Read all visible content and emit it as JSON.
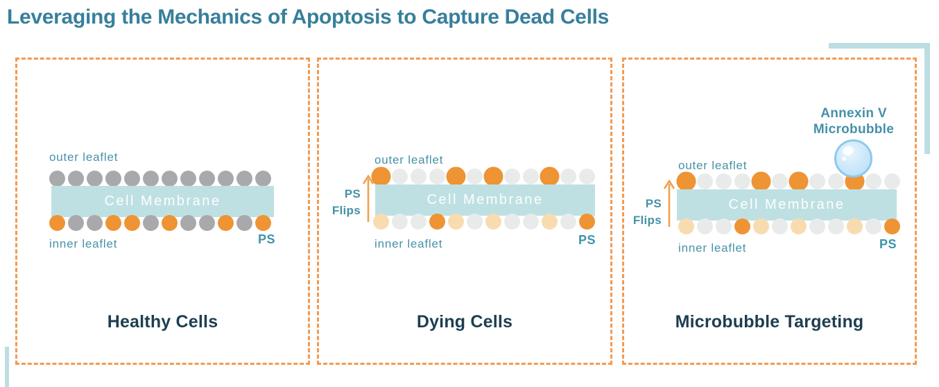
{
  "title": "Leveraging the Mechanics of Apoptosis to Capture Dead Cells",
  "colors": {
    "title_teal": "#377f9b",
    "label_teal": "#4691a9",
    "panel_title_navy": "#1d3e50",
    "border_orange": "#f29a52",
    "lipid_orange": "#ee9434",
    "lipid_pale_orange": "#f8dcb0",
    "lipid_gray": "#a9a9ab",
    "lipid_light_gray": "#e9ebeb",
    "membrane_blue": "#bfe0e3",
    "accent_blue": "#bcdde2",
    "bubble_fill": "#cfeafa",
    "bubble_border": "#8cc9ec"
  },
  "panels": [
    {
      "title": "Healthy Cells",
      "outer_leaflet_label": "outer leaflet",
      "inner_leaflet_label": "inner leaflet",
      "membrane_label": "Cell Membrane",
      "ps_label": "PS",
      "outer_row": [
        "gray",
        "gray",
        "gray",
        "gray",
        "gray",
        "gray",
        "gray",
        "gray",
        "gray",
        "gray",
        "gray",
        "gray"
      ],
      "inner_row": [
        "orange",
        "gray",
        "gray",
        "orange",
        "orange",
        "gray",
        "orange",
        "gray",
        "gray",
        "orange",
        "gray",
        "orange"
      ]
    },
    {
      "title": "Dying Cells",
      "outer_leaflet_label": "outer leaflet",
      "inner_leaflet_label": "inner leaflet",
      "membrane_label": "Cell Membrane",
      "ps_label": "PS",
      "ps_flips": {
        "line1": "PS",
        "line2": "Flips"
      },
      "outer_row": [
        "orange",
        "lightgray",
        "lightgray",
        "lightgray",
        "orange",
        "lightgray",
        "orange",
        "lightgray",
        "lightgray",
        "orange",
        "lightgray",
        "lightgray"
      ],
      "inner_row": [
        "paleorange",
        "lightgray",
        "lightgray",
        "orange",
        "paleorange",
        "lightgray",
        "paleorange",
        "lightgray",
        "lightgray",
        "paleorange",
        "lightgray",
        "orange"
      ]
    },
    {
      "title": "Microbubble Targeting",
      "outer_leaflet_label": "outer leaflet",
      "inner_leaflet_label": "inner leaflet",
      "membrane_label": "Cell Membrane",
      "ps_label": "PS",
      "ps_flips": {
        "line1": "PS",
        "line2": "Flips"
      },
      "annexin": {
        "line1": "Annexin V",
        "line2": "Microbubble"
      },
      "outer_row": [
        "orange",
        "lightgray",
        "lightgray",
        "lightgray",
        "orange",
        "lightgray",
        "orange",
        "lightgray",
        "lightgray",
        "orange",
        "lightgray",
        "lightgray"
      ],
      "inner_row": [
        "paleorange",
        "lightgray",
        "lightgray",
        "orange",
        "paleorange",
        "lightgray",
        "paleorange",
        "lightgray",
        "lightgray",
        "paleorange",
        "lightgray",
        "orange"
      ]
    }
  ]
}
